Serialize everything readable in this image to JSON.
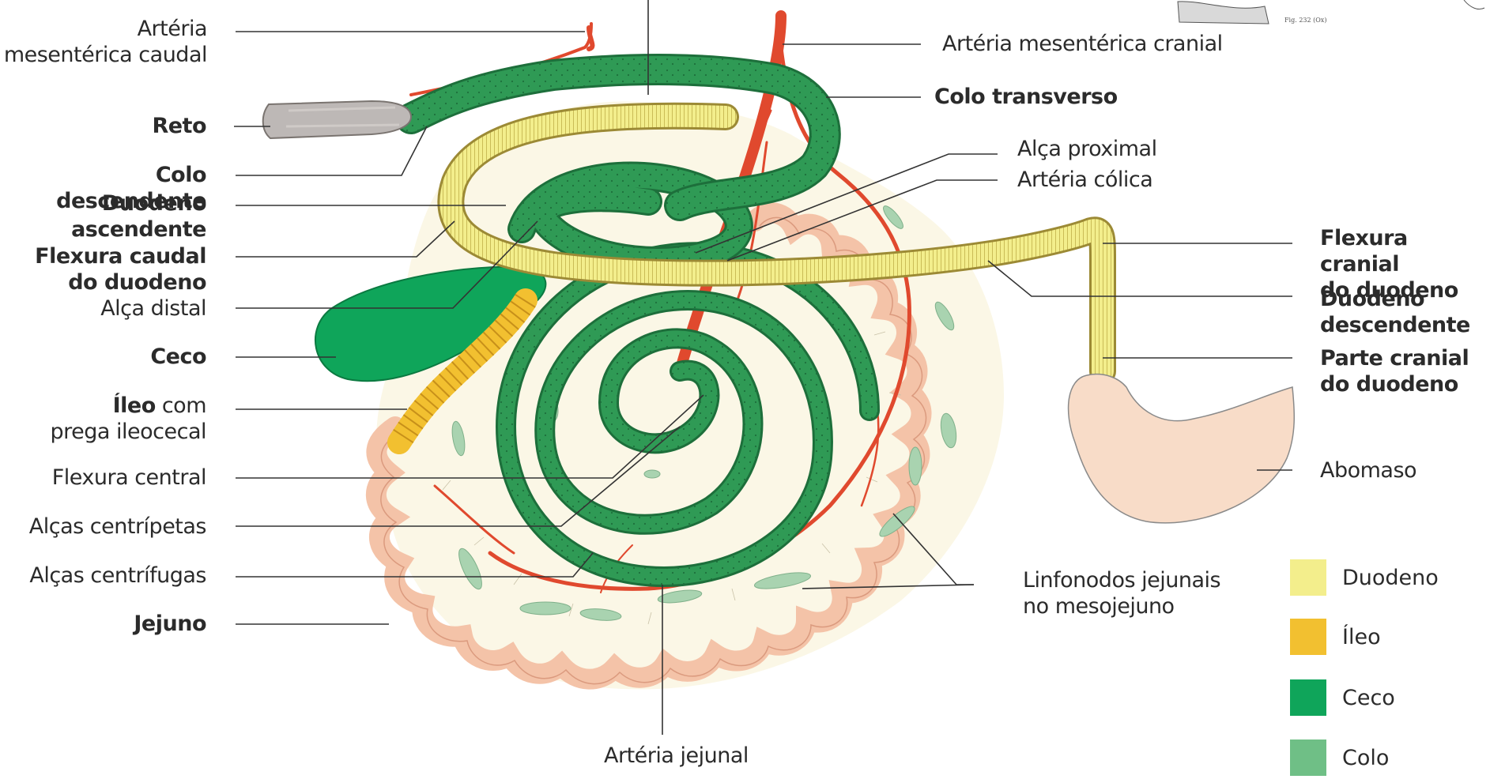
{
  "labels_left": {
    "art_mes_caudal_1": "Artéria",
    "art_mes_caudal_2": "mesentérica caudal",
    "reto": "Reto",
    "colo_descendente": "Colo descendente",
    "duodeno_asc_1": "Duodeno",
    "duodeno_asc_2": "ascendente",
    "flexura_caudal_1": "Flexura caudal",
    "flexura_caudal_2": "do duodeno",
    "alca_distal": "Alça distal",
    "ceco": "Ceco",
    "ileo_1a": "Íleo",
    "ileo_1b": " com",
    "ileo_2": "prega ileocecal",
    "flexura_central": "Flexura central",
    "alcas_centripetas": "Alças centrípetas",
    "alcas_centrifugas": "Alças centrífugas",
    "jejuno": "Jejuno"
  },
  "labels_right": {
    "art_mes_cranial": "Artéria mesentérica cranial",
    "colo_transverso": "Colo transverso",
    "alca_proximal": "Alça proximal",
    "arteria_colica": "Artéria cólica",
    "flexura_cranial_1": "Flexura cranial",
    "flexura_cranial_2": "do duodeno",
    "duodeno_desc_1": "Duodeno",
    "duodeno_desc_2": "descendente",
    "parte_cranial_1": "Parte cranial",
    "parte_cranial_2": "do duodeno",
    "abomaso": "Abomaso",
    "linfonodos_1": "Linfonodos jejunais",
    "linfonodos_2": "no mesojejuno"
  },
  "labels_bottom": {
    "arteria_jejunal": "Artéria jejunal"
  },
  "legend": [
    {
      "label": "Duodeno",
      "color": "#f3ee8c"
    },
    {
      "label": "Íleo",
      "color": "#f2c030"
    },
    {
      "label": "Ceco",
      "color": "#0fa55a"
    },
    {
      "label": "Colo",
      "color": "#6fbf86"
    }
  ],
  "colors": {
    "duodeno": "#f3ee8c",
    "ileo": "#f2c030",
    "ceco": "#0fa55a",
    "colo": "#3f9a5b",
    "jejuno": "#f4c3a8",
    "mesentery": "#fbf7e6",
    "artery": "#e0492e",
    "lymph": "#a9d3b0",
    "reto": "#bdb8b6",
    "abomaso": "#f8dcc8"
  },
  "thumb_caption": "Fig. 232 (Ox)"
}
